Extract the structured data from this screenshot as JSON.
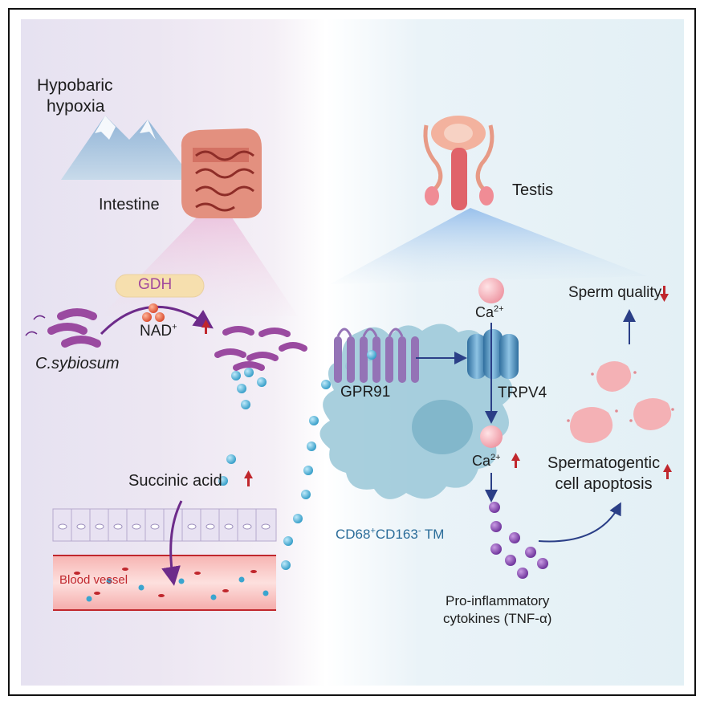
{
  "labels": {
    "hypoxia": "Hypobaric hypoxia",
    "hypoxia_line1": "Hypobaric",
    "hypoxia_line2": "hypoxia",
    "intestine": "Intestine",
    "testis": "Testis",
    "gdh": "GDH",
    "nad": "NAD",
    "nad_sup": "+",
    "bacterium": "C.sybiosum",
    "succinic_acid": "Succinic acid",
    "blood_vessel": "Blood vessel",
    "gpr91": "GPR91",
    "ca_top": "Ca",
    "ca_top_sup": "2+",
    "trpv4": "TRPV4",
    "ca_bottom": "Ca",
    "ca_bottom_sup": "2+",
    "macrophage": "CD68",
    "macrophage_sup1": "+",
    "macrophage_mid": "CD163",
    "macrophage_sup2": "-",
    "macrophage_tail": " TM",
    "cytokines_line1": "Pro-inflammatory",
    "cytokines_line2": "cytokines (TNF-α)",
    "sperm_quality": "Sperm quality",
    "apoptosis_line1": "Spermatogentic",
    "apoptosis_line2": "cell apoptosis"
  },
  "trends": {
    "nad": "up",
    "succinic_acid": "up",
    "ca_bottom": "up",
    "sperm_quality": "down",
    "apoptosis": "up"
  },
  "colors": {
    "up_arrow": "#c0272d",
    "down_arrow": "#c0272d",
    "succinate_particle": "#3aa5cf",
    "cytokine_particle": "#7a3fa8",
    "bacteria": "#9a4aa0",
    "gdh_pill": "#f6dfae",
    "gdh_text": "#a24a9c",
    "nad_particle": "#e2603b",
    "vessel": "#f6c2c0",
    "cell": "#9fcad9",
    "cell_nucleus": "#82b7cb",
    "calcium_ion": "#f4a9b2",
    "channel": "#4d8dbb",
    "receptor": "#9473b6",
    "pathway_arrow": "#2b3f87",
    "macrophage_label": "#2a6c99"
  },
  "icons": [
    "mountain-icon",
    "intestine-icon",
    "reproductive-organ-icon",
    "bacteria-icon",
    "receptor-icon",
    "ion-channel-icon",
    "macrophage-icon",
    "apoptotic-cell-icon",
    "epithelium-icon"
  ]
}
